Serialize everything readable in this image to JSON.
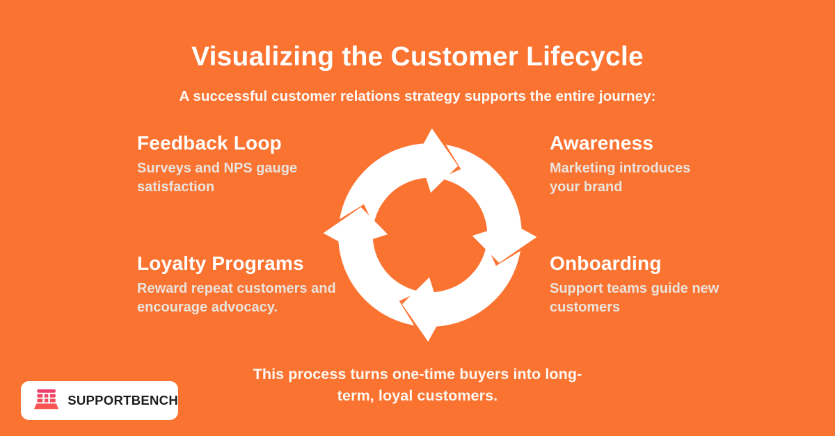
{
  "colors": {
    "background": "#FB7331",
    "heading_text": "#FFFFFF",
    "body_text": "#E9E4DE",
    "caption_text": "#FCF8F2",
    "cycle_arrows": "#FFFFFF",
    "logo_background": "#FFFFFF",
    "logo_text_color": "#1D1D1F",
    "logo_icon_gradient_top": "#EC3A70",
    "logo_icon_gradient_bottom": "#F95B4D"
  },
  "header": {
    "title": "Visualizing the Customer Lifecycle",
    "subtitle": "A successful customer relations strategy supports the entire journey:"
  },
  "stages": [
    {
      "title": "Feedback Loop",
      "description": "Surveys and NPS gauge satisfaction",
      "position": "top-left"
    },
    {
      "title": "Awareness",
      "description": "Marketing introduces your brand",
      "position": "top-right"
    },
    {
      "title": "Loyalty Programs",
      "description": "Reward repeat customers and encourage advocacy.",
      "position": "bottom-left"
    },
    {
      "title": "Onboarding",
      "description": "Support teams guide new customers",
      "position": "bottom-right"
    }
  ],
  "cycle_icon": "circular-arrows-clockwise",
  "footer": {
    "caption_line1": "This process turns one-time buyers into long-",
    "caption_line2": "term, loyal customers."
  },
  "logo": {
    "text": "SUPPORTBENCH",
    "icon": "bench-icon"
  }
}
